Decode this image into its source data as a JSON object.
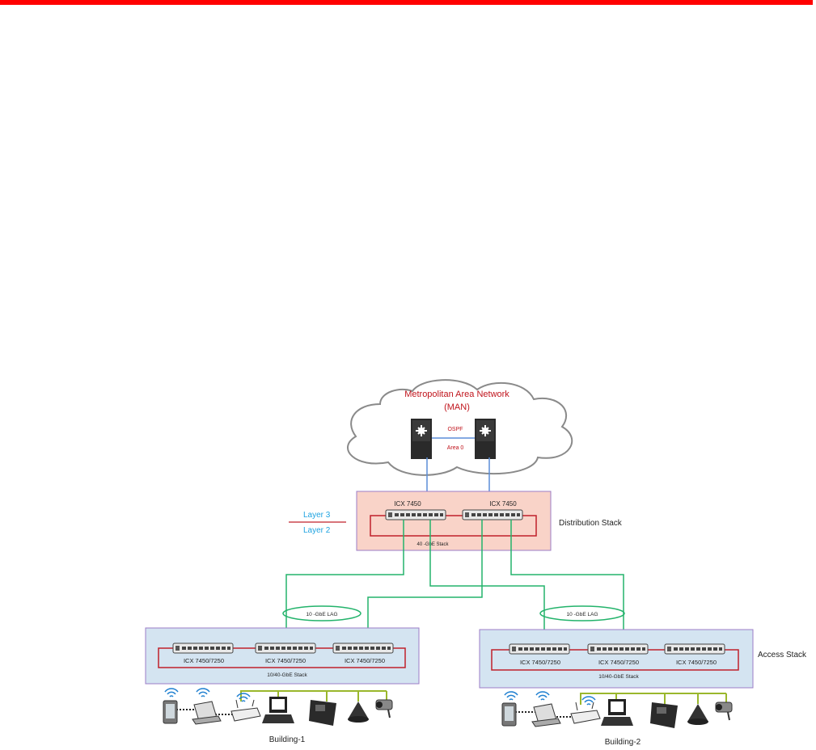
{
  "colors": {
    "top_bar": "#ff0000",
    "man_text": "#c0141c",
    "layer_text": "#1ea3e0",
    "distribution_fill": "#f9d3c8",
    "access_fill": "#d4e4f1",
    "stack_ring": "#c0202a",
    "uplink": "#5b8ed8",
    "green_link": "#23b36b"
  },
  "man": {
    "title_line1": "Metropolitan Area Network",
    "title_line2": "(MAN)",
    "ospf": "OSPF",
    "area": "Area 0"
  },
  "layers": {
    "layer3": "Layer 3",
    "layer2": "Layer 2"
  },
  "distribution": {
    "label": "Distribution Stack",
    "switch1": "ICX 7450",
    "switch2": "ICX 7450",
    "stack": "40 -GbE Stack"
  },
  "lag": {
    "left": "10 -GbE LAG",
    "right": "10 -GbE LAG"
  },
  "access_label": "Access Stack",
  "building1": {
    "switches": [
      "ICX 7450/7250",
      "ICX 7450/7250",
      "ICX 7450/7250"
    ],
    "stack": "10/40-GbE Stack",
    "name": "Building-1"
  },
  "building2": {
    "switches": [
      "ICX 7450/7250",
      "ICX 7450/7250",
      "ICX 7450/7250"
    ],
    "stack": "10/40-GbE Stack",
    "name": "Building-2"
  },
  "icons": [
    "tablet-icon",
    "laptop-icon",
    "access-point-icon",
    "desktop-icon",
    "ip-phone-icon",
    "conference-phone-icon",
    "camera-icon",
    "wifi-icon",
    "router-icon",
    "switch-icon"
  ]
}
